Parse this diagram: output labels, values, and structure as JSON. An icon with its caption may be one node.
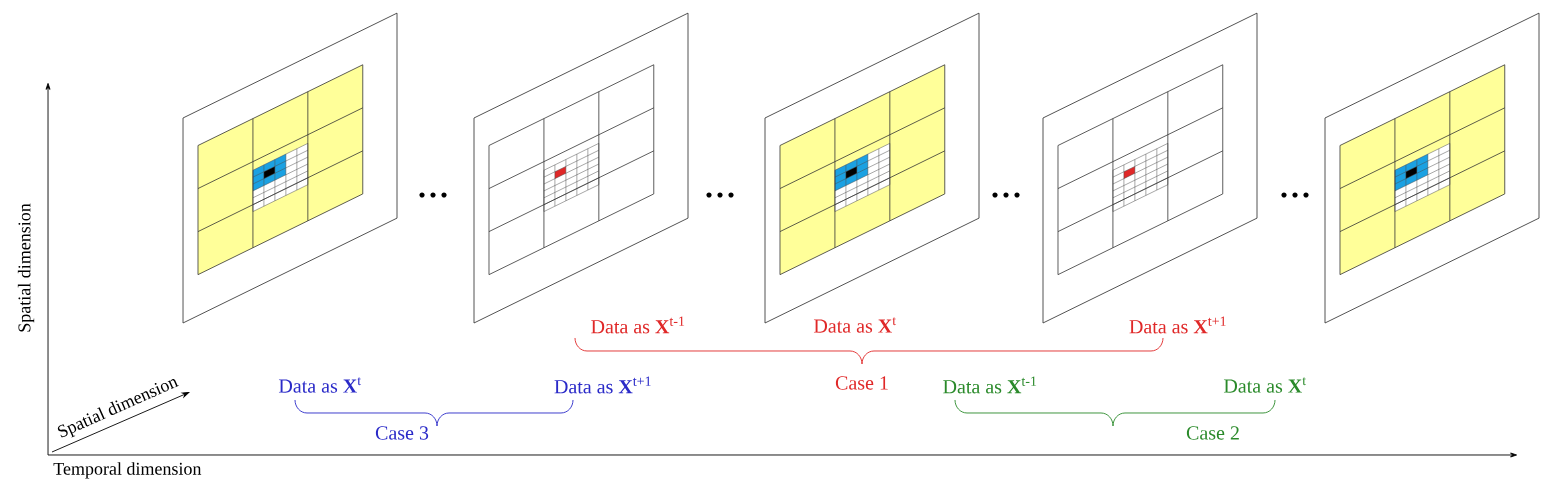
{
  "diagram": {
    "labels": [
      "Data as **X**$^{t-1}$",
      "Data as **X**$^{t}$",
      "Data as **X**$^{t+1}$",
      "Data as **X**$^{t}$",
      "Data as **X**$^{t+1}$",
      "Case 1",
      "Data as **X**$^{t-1}$",
      "Data as **X**$^{t}$",
      "Case 3",
      "Case 2",
      "Spatial dimension",
      "Spatial dimension",
      "Temporal dimension"
    ]
  }
}
